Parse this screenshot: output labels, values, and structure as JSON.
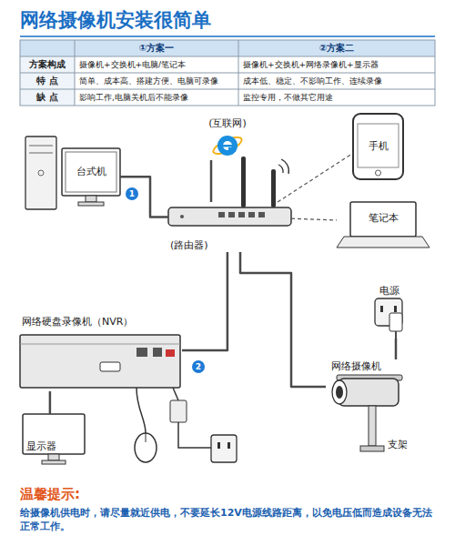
{
  "diagram": {
    "title": "网络摄像机安装很简单",
    "nodes": [
      {
        "text": [
          "(互联网)"
        ]
      },
      {
        "text": [
          "台式机"
        ]
      },
      {
        "text": [
          "手机"
        ]
      },
      {
        "text": [
          "(路由器)"
        ]
      },
      {
        "text": [
          "笔记本"
        ]
      },
      {
        "text": [
          "电源"
        ]
      },
      {
        "text": [
          "网络硬盘录像机（NVR）"
        ]
      },
      {
        "text": [
          "网络摄像机"
        ]
      },
      {
        "text": [
          "显示器"
        ]
      }
    ],
    "edges": [
      {
        "from": 0,
        "to": 3,
        "arrow": "none"
      },
      {
        "from": 1,
        "to": 3,
        "arrow": "none"
      },
      {
        "from": 3,
        "to": 2,
        "arrow": "none"
      },
      {
        "from": 3,
        "to": 4,
        "arrow": "none"
      },
      {
        "from": 3,
        "to": 6,
        "arrow": "none"
      },
      {
        "from": 3,
        "to": 7,
        "arrow": "none"
      },
      {
        "from": 5,
        "to": 7,
        "arrow": "none"
      },
      {
        "from": 6,
        "to": 8,
        "arrow": "none"
      }
    ],
    "labels": [
      "①方案一",
      "②方案二",
      "方案构成",
      "摄像机+交换机+电脑/笔记本",
      "摄像机+交换机+网络录像机+显示器",
      "特 点",
      "简单、成本高、搭建方便、电脑可录像",
      "成本低、稳定、不影响工作、连续录像",
      "缺 点",
      "影响工作,电脑关机后不能录像",
      "监控专用，不做其它用途",
      "1",
      "2",
      "支架",
      "温馨提示:",
      "给摄像机供电时，请尽量就近供电，不要延长12V电源线路距离，以免电压低而造成设备无法正常工作。"
    ]
  }
}
